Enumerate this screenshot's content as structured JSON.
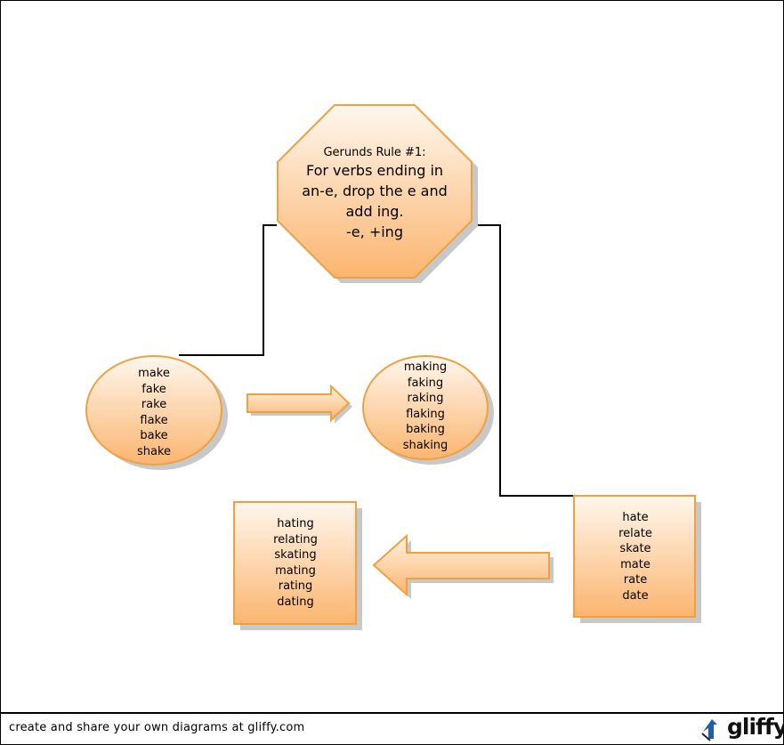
{
  "colors": {
    "shape_fill_light": "#fff6ea",
    "shape_fill_dark": "#fbbf80",
    "shape_stroke": "#f0a040",
    "shadow": "#c8c8c8",
    "connector": "#000000"
  },
  "rule": {
    "heading": "Gerunds Rule #1:",
    "lines": [
      "For verbs ending in",
      "an-e, drop the e and",
      "add ing.",
      "-e, +ing"
    ]
  },
  "base_verbs_oval": [
    "make",
    "fake",
    "rake",
    "flake",
    "bake",
    "shake"
  ],
  "gerunds_oval": [
    "making",
    "faking",
    "raking",
    "flaking",
    "baking",
    "shaking"
  ],
  "base_verbs_box": [
    "hate",
    "relate",
    "skate",
    "mate",
    "rate",
    "date"
  ],
  "gerunds_box": [
    "hating",
    "relating",
    "skating",
    "mating",
    "rating",
    "dating"
  ],
  "footer": {
    "text": "create and share your own diagrams at gliffy.com",
    "logo_text": "gliffy"
  }
}
